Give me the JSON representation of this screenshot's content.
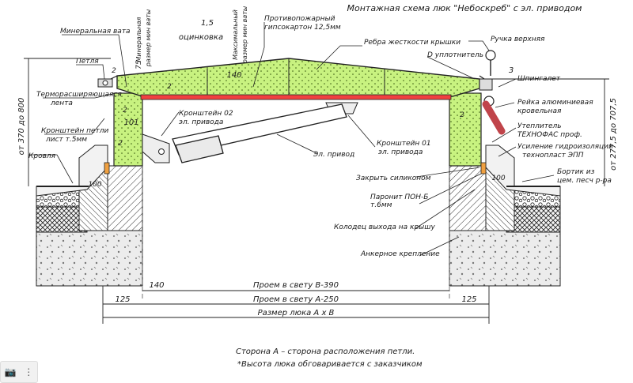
{
  "title": "Монтажная схема люк \"Небоскреб\" с эл. приводом",
  "top_labels": {
    "mineral_wool": "Минеральная вата",
    "mineral_wool_size_1": "Минеральная",
    "mineral_wool_size_2": "размер мин ваты",
    "mineral_wool_size_3": "Максимальный",
    "mineral_wool_size_4": "размер мин ваты",
    "gypsum_1": "Противопожарный",
    "gypsum_2": "гипсокартон 12,5мм",
    "ribs": "Ребра жесткости крышки",
    "galvanized": "оцинковка",
    "seal": "D уплотнитель",
    "handle": "Ручка верхняя",
    "latch": "Шпингалет",
    "hinge": "Петля",
    "thermo_tape_1": "Терморасширяющаяся",
    "thermo_tape_2": "лента",
    "bracket_hinge_1": "Кронштейн петли",
    "bracket_hinge_2": "лист т.5мм",
    "roof": "Кровля",
    "bracket02_1": "Кронштейн 02",
    "bracket02_2": "эл. привода",
    "drive": "Эл. привод",
    "bracket01_1": "Кронштейн 01",
    "bracket01_2": "эл. привода",
    "rail_1": "Рейка алюминиевая",
    "rail_2": "кровельная",
    "insulation_1": "Утеплитель",
    "insulation_2": "ТЕХНОФАС проф.",
    "reinforce_1": "Усиление гидроизоляции",
    "reinforce_2": "технопласт ЭПП",
    "curb_1": "Бортик из",
    "curb_2": "цем. песч р-ра",
    "silicone": "Закрыть силиконом",
    "paronite_1": "Паронит ПОН-Б",
    "paronite_2": "т.6мм",
    "well": "Колодец выхода на крышу",
    "anchor": "Анкерное крепление"
  },
  "dimensions": {
    "d_1_5": "1,5",
    "d_75": "75",
    "d_140v": "140",
    "d_2a": "2",
    "d_2b": "2",
    "d_2c": "2",
    "d_2d": "2",
    "d_2e": "2",
    "d_3": "3",
    "d_101": "101",
    "d_100a": "100",
    "d_100b": "100",
    "d_left_height": "от 370 до 800",
    "d_right_height": "от 277,5 до 707,5",
    "d_140h": "140",
    "d_b390": "Проем в свету В-390",
    "d_a250": "Проем в свету А-250",
    "d_125a": "125",
    "d_125b": "125",
    "d_axb": "Размер люка А х В"
  },
  "notes": {
    "line1": "Сторона А – сторона расположения петли.",
    "line2": "*Высота люка обговаривается с заказчиком"
  },
  "toolbar": {
    "camera": "📷",
    "more": "⋮"
  },
  "colors": {
    "insulation": "#c8f280",
    "gasket": "#f04040",
    "handle": "#c0444a",
    "concrete": "#d8d8d8"
  }
}
